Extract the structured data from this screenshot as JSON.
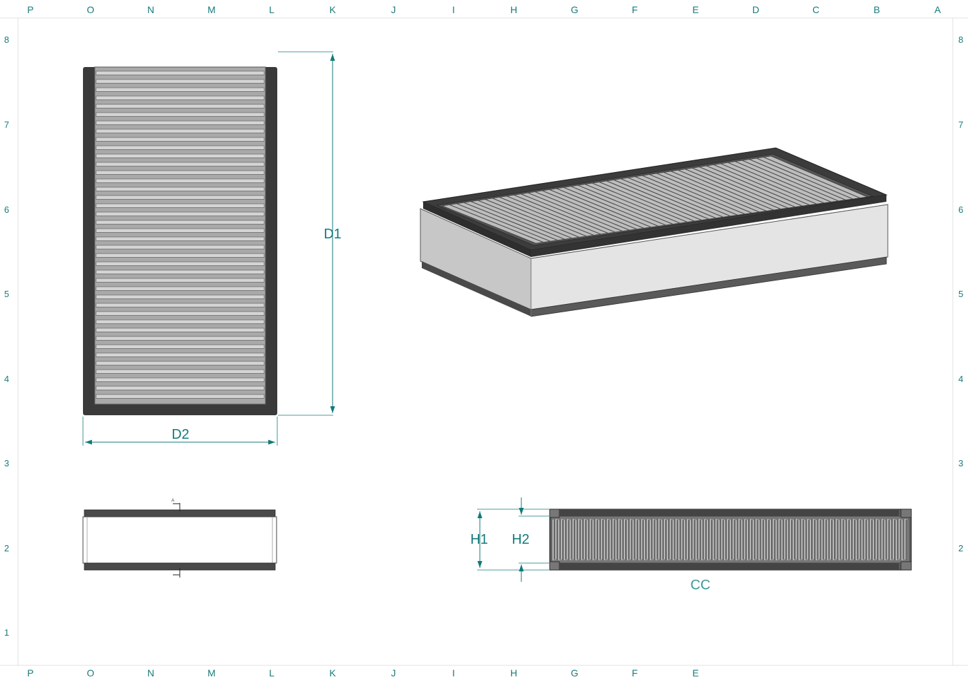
{
  "grid": {
    "top_letters": [
      "P",
      "O",
      "N",
      "M",
      "L",
      "K",
      "J",
      "I",
      "H",
      "G",
      "F",
      "E",
      "D",
      "C",
      "B",
      "A"
    ],
    "bottom_letters": [
      "P",
      "O",
      "N",
      "M",
      "L",
      "K",
      "J",
      "I",
      "H",
      "G",
      "F",
      "E"
    ],
    "left_numbers": [
      "8",
      "7",
      "6",
      "5",
      "4",
      "3",
      "2",
      "1"
    ],
    "right_numbers": [
      "8",
      "7",
      "6",
      "5",
      "4",
      "3",
      "2"
    ]
  },
  "dimensions": {
    "length": "D1",
    "width": "D2",
    "height_outer": "H1",
    "height_inner": "H2",
    "section": "CC",
    "section_marker": "A"
  },
  "colors": {
    "dimension": "#117a7a",
    "frame_dark": "#3a3a3a",
    "pleat_fill": "#a9a9a9",
    "side_panel": "#e4e4e4"
  },
  "counts": {
    "top_view_pleats": 40,
    "iso_pleats": 46,
    "side_view_pleats": 62
  }
}
